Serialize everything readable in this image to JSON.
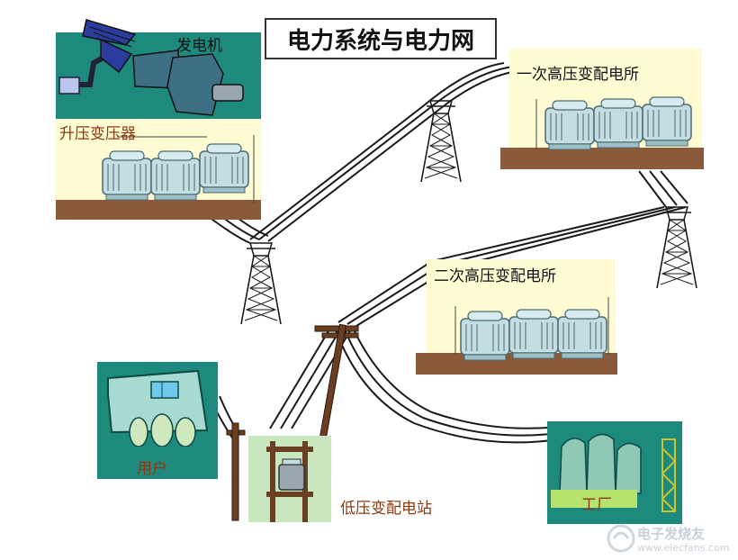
{
  "title": "电力系统与电力网",
  "labels": {
    "generator": "发电机",
    "step_up": "升压变压器",
    "primary_substation": "一次高压变配电所",
    "secondary_substation": "二次高压变配电所",
    "low_voltage_station": "低压变配电站",
    "consumer": "用户",
    "factory": "工厂"
  },
  "watermark": {
    "logo_text": "电子发烧友",
    "url": "www.elecfans.com"
  },
  "colors": {
    "teal_panel": "#1e8a7e",
    "cream_panel": "#fffbd2",
    "ground": "#8a5a3a",
    "transformer": "#c3dde2",
    "line": "#1a1a1a",
    "brown_text": "#8a3a12"
  }
}
